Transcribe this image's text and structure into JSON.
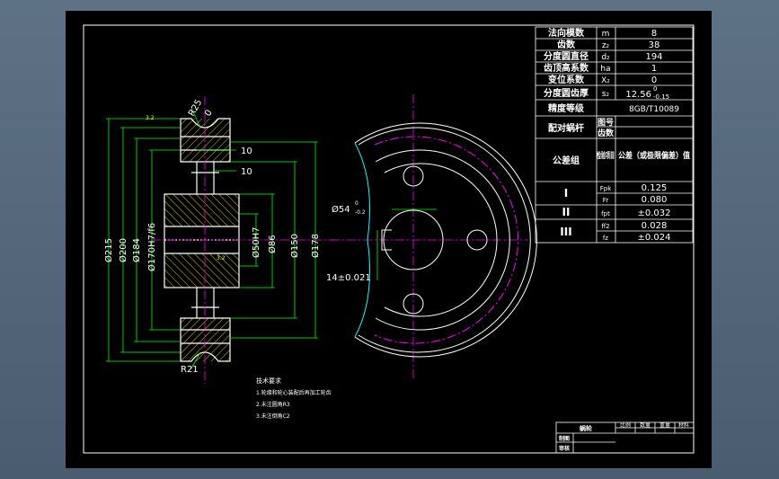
{
  "param_table": {
    "rows": [
      {
        "label": "法向模数",
        "symbol": "m",
        "value": "8"
      },
      {
        "label": "齿数",
        "symbol": "z₂",
        "value": "38"
      },
      {
        "label": "分度圆直径",
        "symbol": "d₂",
        "value": "194"
      },
      {
        "label": "齿顶高系数",
        "symbol": "ha",
        "value": "1"
      },
      {
        "label": "变位系数",
        "symbol": "X₂",
        "value": "0"
      },
      {
        "label": "分度圆齿厚",
        "symbol": "s₂",
        "value": "12.56"
      },
      {
        "label": "精度等级",
        "symbol": "",
        "value": "8GB/T10089"
      }
    ],
    "thickness_tol_upper": "0",
    "thickness_tol_lower": "-0.15",
    "mating_label": "配对蜗杆",
    "mating_sub1": "图号",
    "mating_sub2": "齿数",
    "tol_group_label": "公差组",
    "check_item_label": "检验项目",
    "tol_value_label": "公差（或极限偏差）值",
    "groups": [
      {
        "numeral": "I",
        "items": [
          {
            "symbol": "Fpk",
            "value": "0.125"
          },
          {
            "symbol": "Fr",
            "value": "0.080"
          }
        ]
      },
      {
        "numeral": "II",
        "items": [
          {
            "symbol": "fpt",
            "value": "±0.032"
          }
        ]
      },
      {
        "numeral": "III",
        "items": [
          {
            "symbol": "ff2",
            "value": "0.028"
          },
          {
            "symbol": "fz",
            "value": "±0.024"
          }
        ]
      }
    ]
  },
  "section_view": {
    "diameters": [
      "Ø215",
      "Ø200",
      "Ø184",
      "Ø170H7/f6",
      "Ø50H7",
      "Ø86",
      "Ø150",
      "Ø178"
    ],
    "dim_10_a": "10",
    "dim_10_b": "10",
    "radius_top": "R25",
    "radius_top2": "0",
    "radius_bottom": "R21",
    "finish_mark": "3.2"
  },
  "end_view": {
    "bore_dim": "Ø54",
    "bore_tol_upper": "0",
    "bore_tol_lower": "-0.2",
    "key_dim": "14±0.021"
  },
  "notes": {
    "title": "技术要求",
    "lines": [
      "1.轮缘和轮心装配后再加工轮齿",
      "2.未注圆角R3",
      "3.未注倒角C2"
    ]
  },
  "title_block": {
    "name_label": "蜗轮",
    "headers": [
      "比例",
      "数量",
      "重量",
      "材料"
    ],
    "design_label": "制图",
    "check_label": "审核"
  },
  "colors": {
    "sheet": "#000000",
    "outline": "#ffffff",
    "dimension": "#00ff00",
    "centerline": "#ff00ff",
    "hatch": "#ffff00",
    "cut_edge": "#00ffff"
  }
}
